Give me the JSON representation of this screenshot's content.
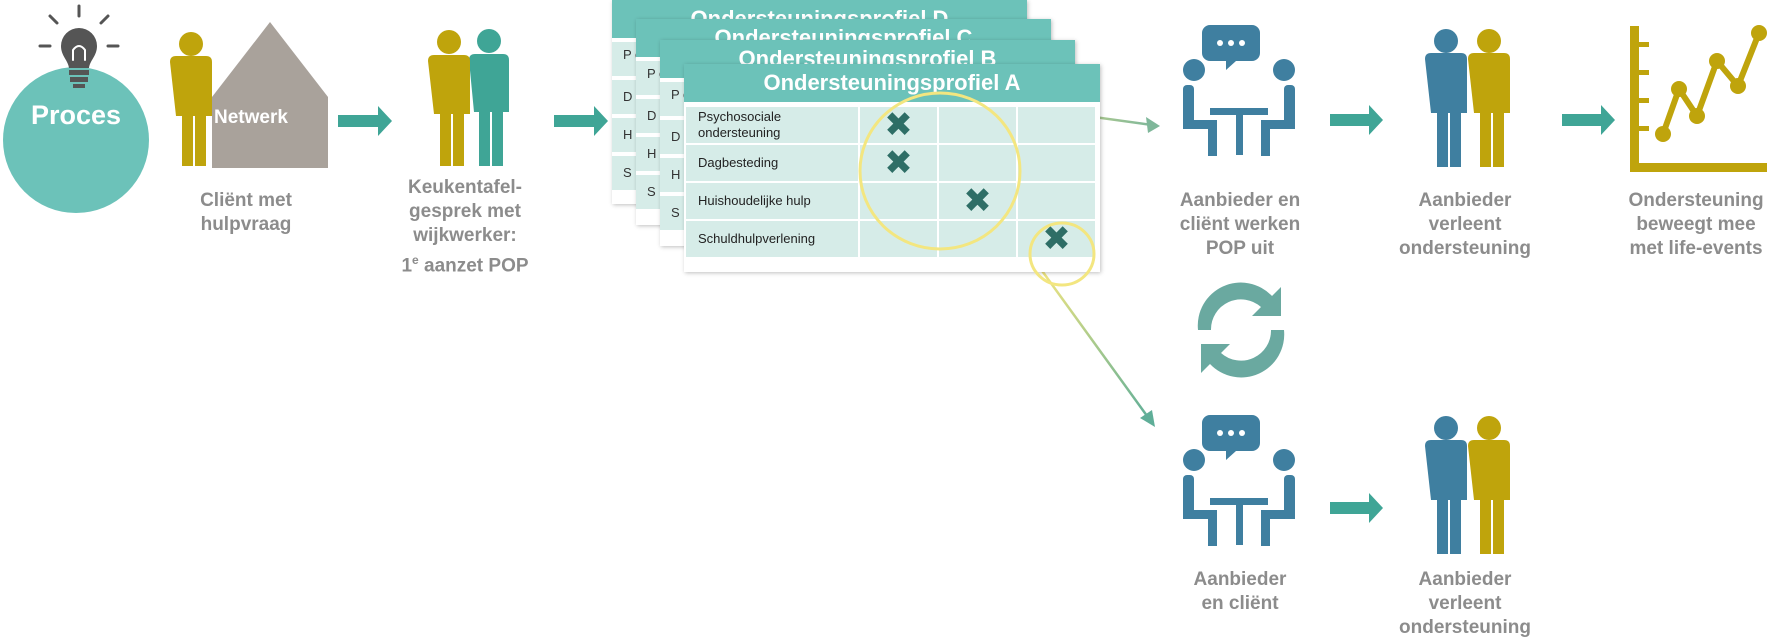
{
  "colors": {
    "teal": "#3fa596",
    "teal_light": "#6cc2b9",
    "olive": "#bfa40c",
    "blue": "#3f7fa0",
    "gray": "#8c8c8c",
    "house": "#a9a29b",
    "highlight": "#f3e680"
  },
  "start": {
    "label": "Proces",
    "icon": "lightbulb-icon"
  },
  "client": {
    "house_label": "Netwerk",
    "caption": [
      "Cliënt met",
      "hulpvraag"
    ]
  },
  "kitchen": {
    "caption_l1": "Keukentafel-",
    "caption_l2": "gesprek met",
    "caption_l3": "wijkwerker:",
    "caption_l4_pre": "1",
    "caption_l4_sup": "e",
    "caption_l4_post": " aanzet POP"
  },
  "profiles": {
    "d": {
      "title": "Ondersteuningsprofiel D",
      "rows": [
        "P o",
        "D",
        "H",
        "S"
      ]
    },
    "c": {
      "title": "Ondersteuningsprofiel C",
      "rows": [
        "P o",
        "D",
        "H",
        "S"
      ]
    },
    "b": {
      "title": "Ondersteuningsprofiel B",
      "rows": [
        "P o",
        "D",
        "H",
        "S"
      ]
    },
    "a": {
      "title": "Ondersteuningsprofiel A",
      "rows": [
        "Psychosociale ondersteuning",
        "Dagbesteding",
        "Huishoudelijke hulp",
        "Schuldhulpverlening"
      ],
      "mark": "✖"
    }
  },
  "steps": {
    "work_out": {
      "caption": [
        "Aanbieder en",
        "cliënt werken",
        "POP uit"
      ]
    },
    "provide1": {
      "caption": [
        "Aanbieder",
        "verleent",
        "ondersteuning"
      ]
    },
    "moves": {
      "caption": [
        "Ondersteuning",
        "beweegt mee",
        "met life-events"
      ]
    },
    "meet2": {
      "caption": [
        "Aanbieder",
        "en cliënt"
      ]
    },
    "provide2": {
      "caption": [
        "Aanbieder",
        "verleent",
        "ondersteuning"
      ]
    }
  }
}
